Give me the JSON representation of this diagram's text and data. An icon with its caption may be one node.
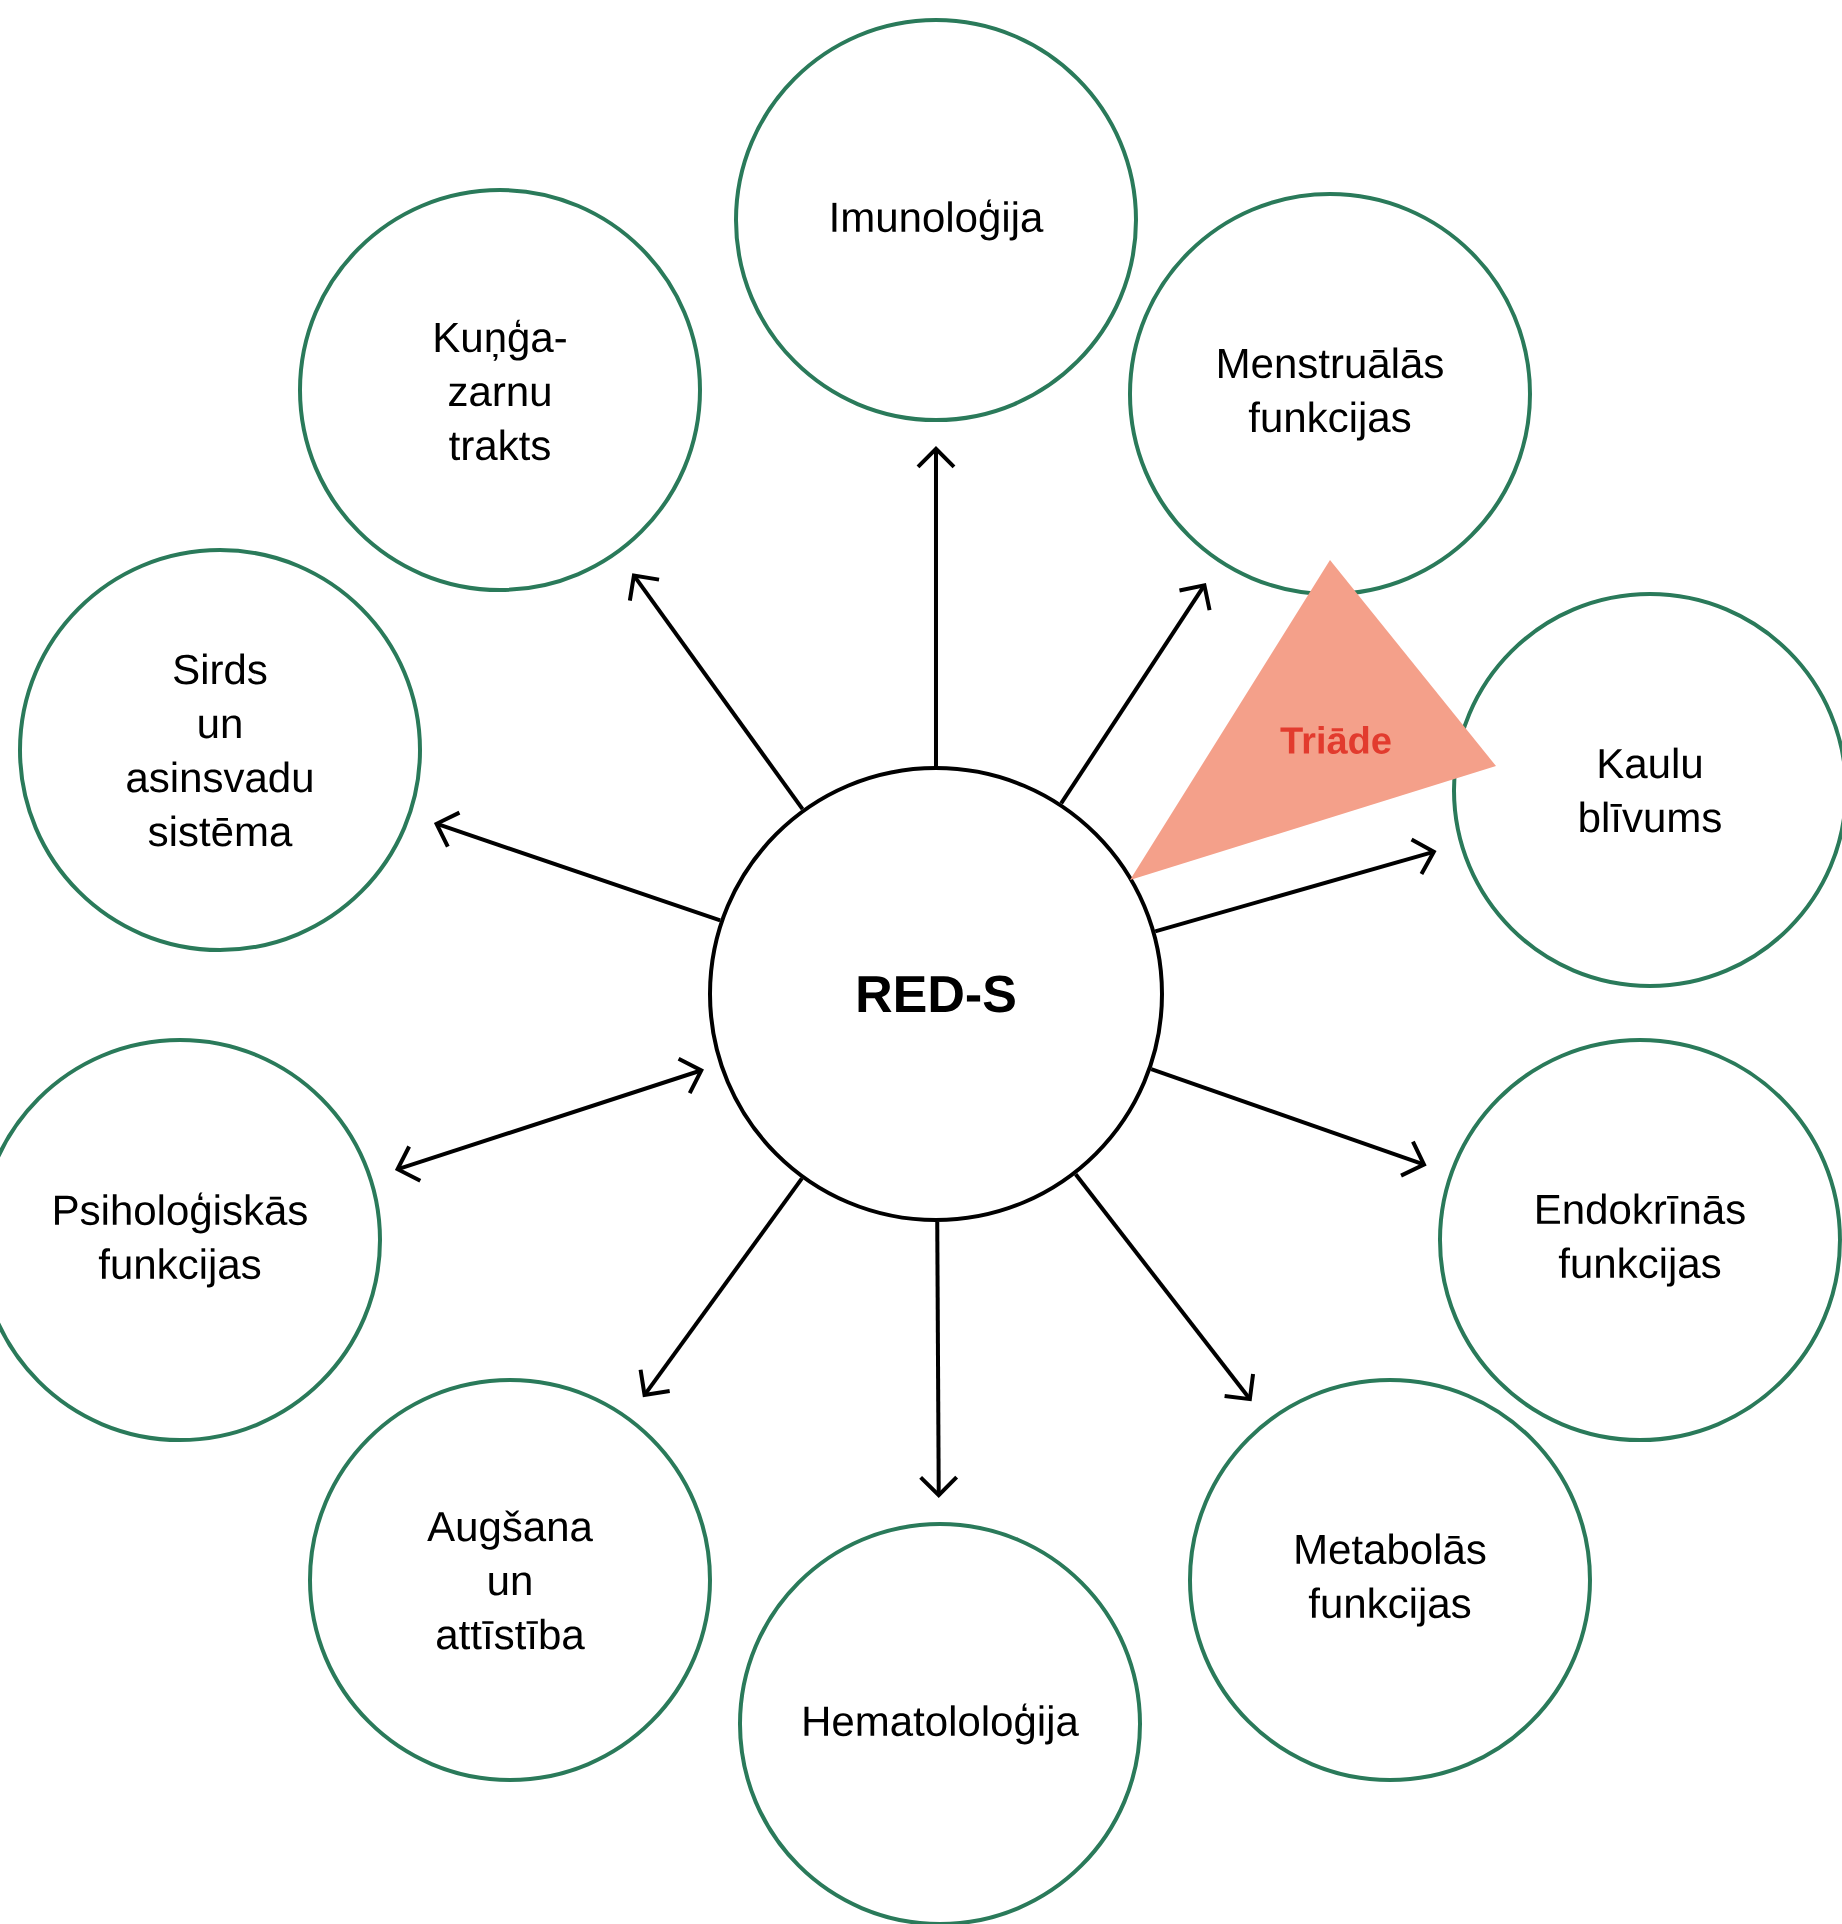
{
  "diagram": {
    "nodes": [
      {
        "text": [
          "RED-S"
        ]
      },
      {
        "text": [
          "Imunoloģija"
        ]
      },
      {
        "text": [
          "Menstruālās funkcijas"
        ]
      },
      {
        "text": [
          "Kaulu blīvums"
        ]
      },
      {
        "text": [
          "Endokrīnās funkcijas"
        ]
      },
      {
        "text": [
          "Metabolās funkcijas"
        ]
      },
      {
        "text": [
          "Hematololoģija"
        ]
      },
      {
        "text": [
          "Augšana un attīstība"
        ]
      },
      {
        "text": [
          "Psiholoģiskās funkcijas"
        ]
      },
      {
        "text": [
          "Sirds un asinsvadu sistēma"
        ]
      },
      {
        "text": [
          "Kuņģa-zarnu trakts"
        ]
      },
      {
        "text": [
          "Triāde"
        ]
      }
    ],
    "edges": [
      {
        "from": 0,
        "to": 1,
        "arrow": "to"
      },
      {
        "from": 0,
        "to": 2,
        "arrow": "to"
      },
      {
        "from": 0,
        "to": 3,
        "arrow": "to"
      },
      {
        "from": 0,
        "to": 4,
        "arrow": "to"
      },
      {
        "from": 0,
        "to": 5,
        "arrow": "to"
      },
      {
        "from": 0,
        "to": 6,
        "arrow": "to"
      },
      {
        "from": 0,
        "to": 7,
        "arrow": "to"
      },
      {
        "from": 0,
        "to": 8,
        "arrow": "both"
      },
      {
        "from": 0,
        "to": 9,
        "arrow": "to"
      },
      {
        "from": 0,
        "to": 10,
        "arrow": "to"
      }
    ]
  }
}
